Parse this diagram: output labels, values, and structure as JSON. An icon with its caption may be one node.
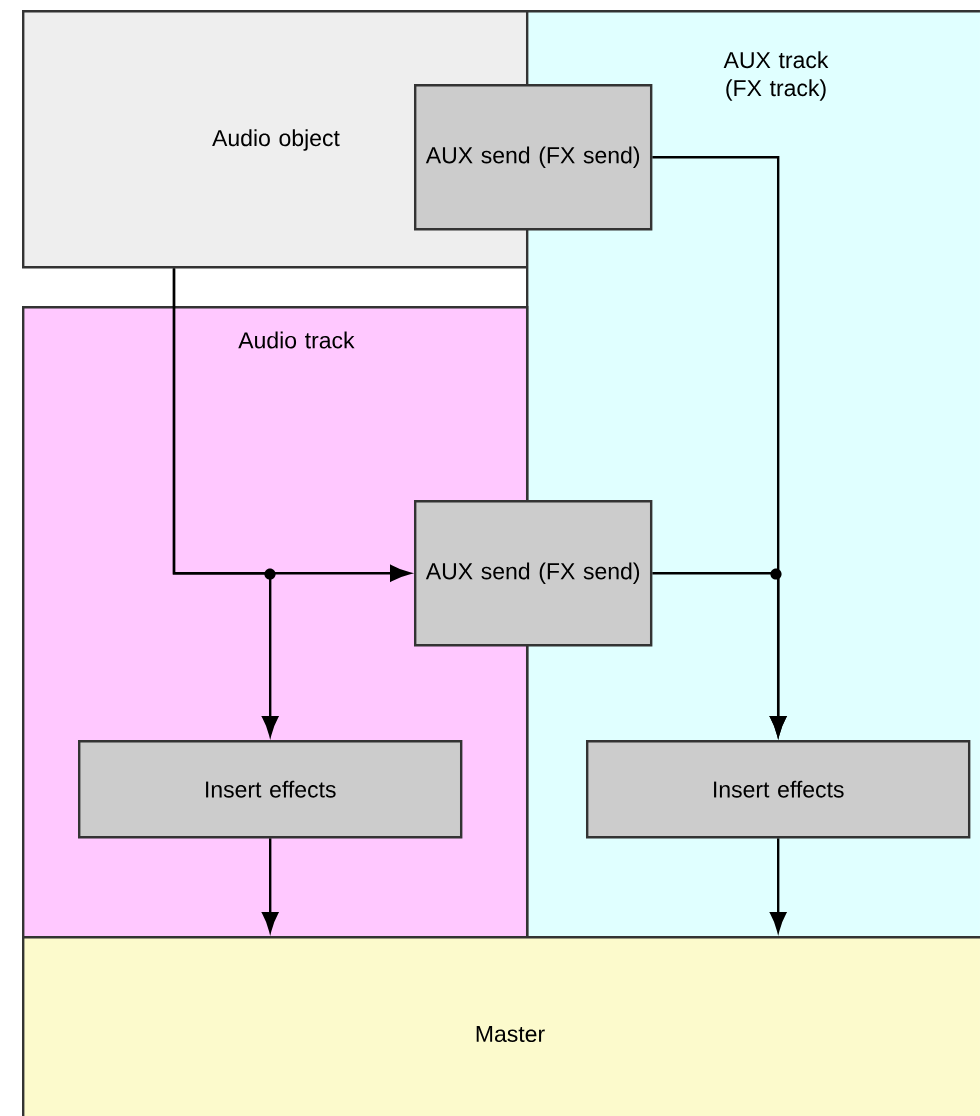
{
  "diagram": {
    "nodes": [
      {
        "text": [
          "Audio object"
        ]
      },
      {
        "text": [
          "AUX track (FX track)"
        ]
      },
      {
        "text": [
          "AUX send (FX send)"
        ]
      },
      {
        "text": [
          "Audio track"
        ]
      },
      {
        "text": [
          "AUX send (FX send)"
        ]
      },
      {
        "text": [
          "Insert effects"
        ],
        "in": 3
      },
      {
        "text": [
          "Insert effects"
        ],
        "in": 1
      },
      {
        "text": [
          "Master"
        ]
      }
    ],
    "edges": [
      {
        "from": 0,
        "to": 4,
        "arrow": "to"
      },
      {
        "from": 0,
        "to": 5,
        "arrow": "to"
      },
      {
        "from": 2,
        "to": 6,
        "arrow": "to"
      },
      {
        "from": 4,
        "to": 6,
        "arrow": "to"
      },
      {
        "from": 5,
        "to": 7,
        "arrow": "to"
      },
      {
        "from": 6,
        "to": 7,
        "arrow": "to"
      }
    ]
  }
}
